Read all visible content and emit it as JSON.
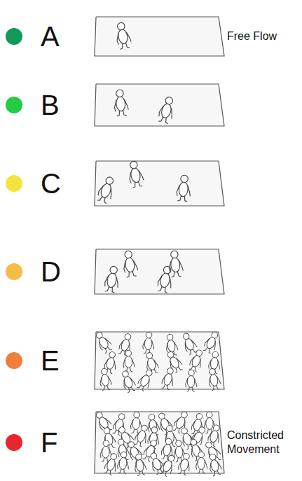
{
  "diagram": {
    "labels": [
      "Free Flow",
      "Constricted Movement"
    ],
    "legend": [
      {
        "text": "A",
        "color": "#13995a"
      },
      {
        "text": "B",
        "color": "#22cc44"
      },
      {
        "text": "C",
        "color": "#f2e43c"
      },
      {
        "text": "D",
        "color": "#f7bc45"
      },
      {
        "text": "E",
        "color": "#f07f3b"
      },
      {
        "text": "F",
        "color": "#e8262d"
      }
    ]
  }
}
